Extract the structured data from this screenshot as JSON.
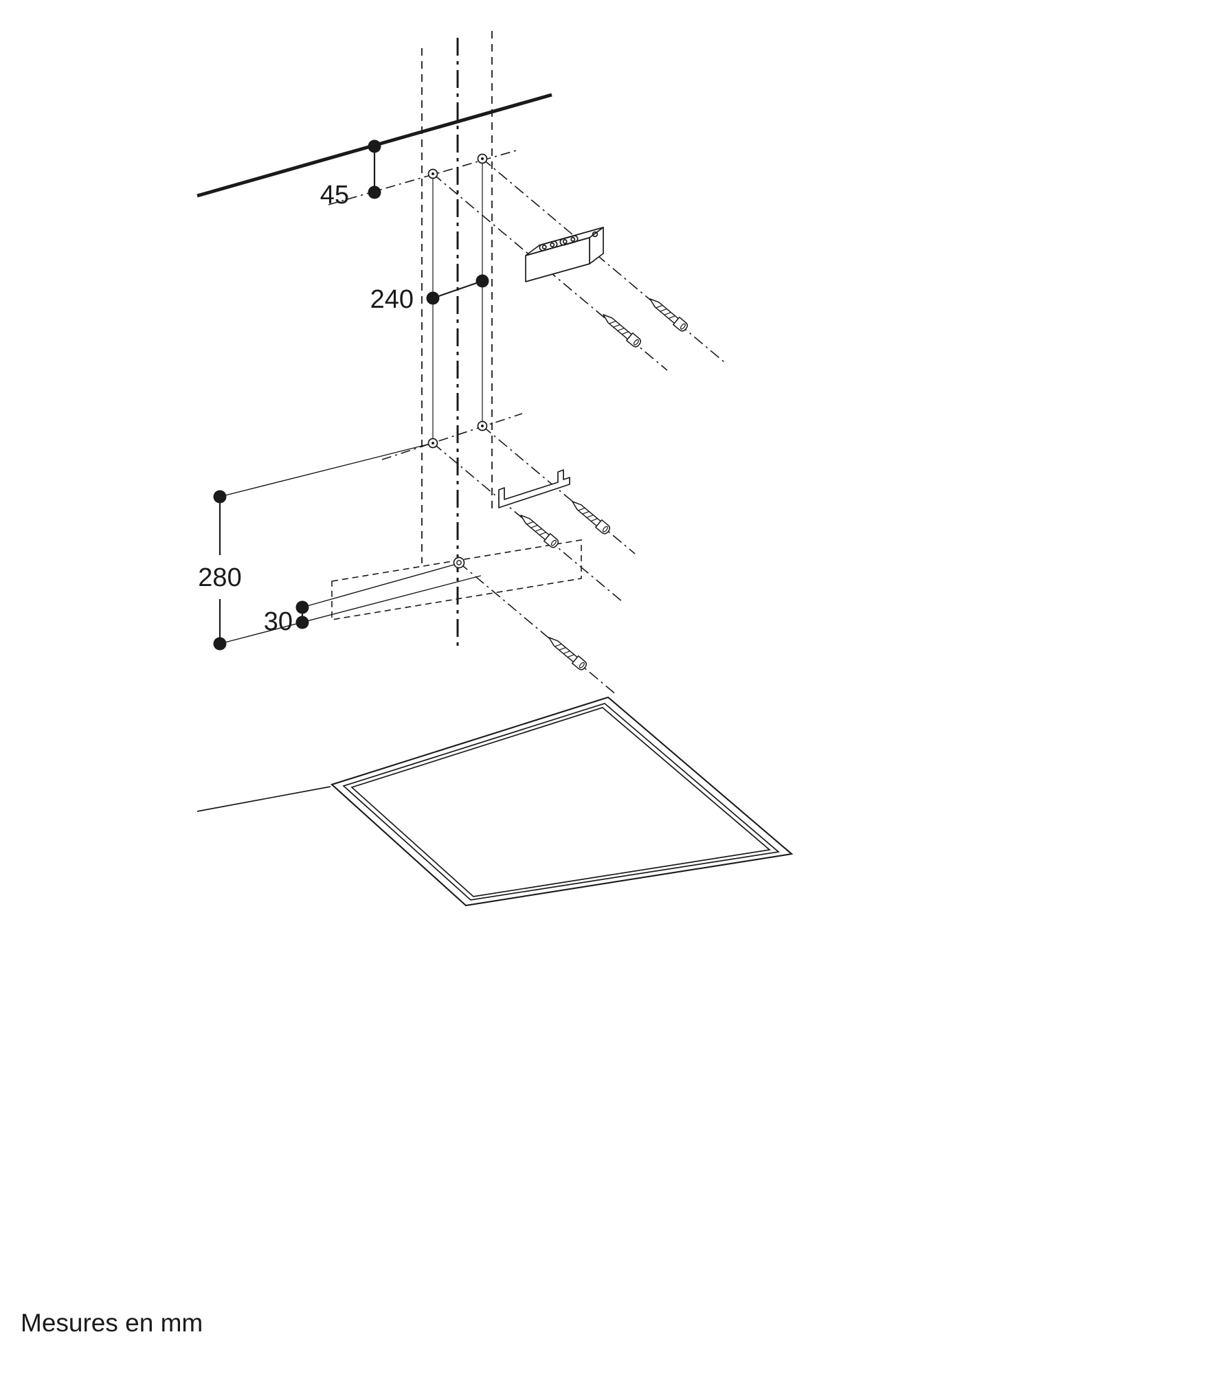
{
  "diagram": {
    "type": "installation-mounting-diagram",
    "caption": "Mesures en mm",
    "dimensions": {
      "ceiling_offset": "45",
      "bracket_vertical_spacing": "240",
      "lower_section_height": "280",
      "hole_offset": "30"
    },
    "colors": {
      "ink": "#1a1a1a",
      "background": "#ffffff"
    }
  }
}
